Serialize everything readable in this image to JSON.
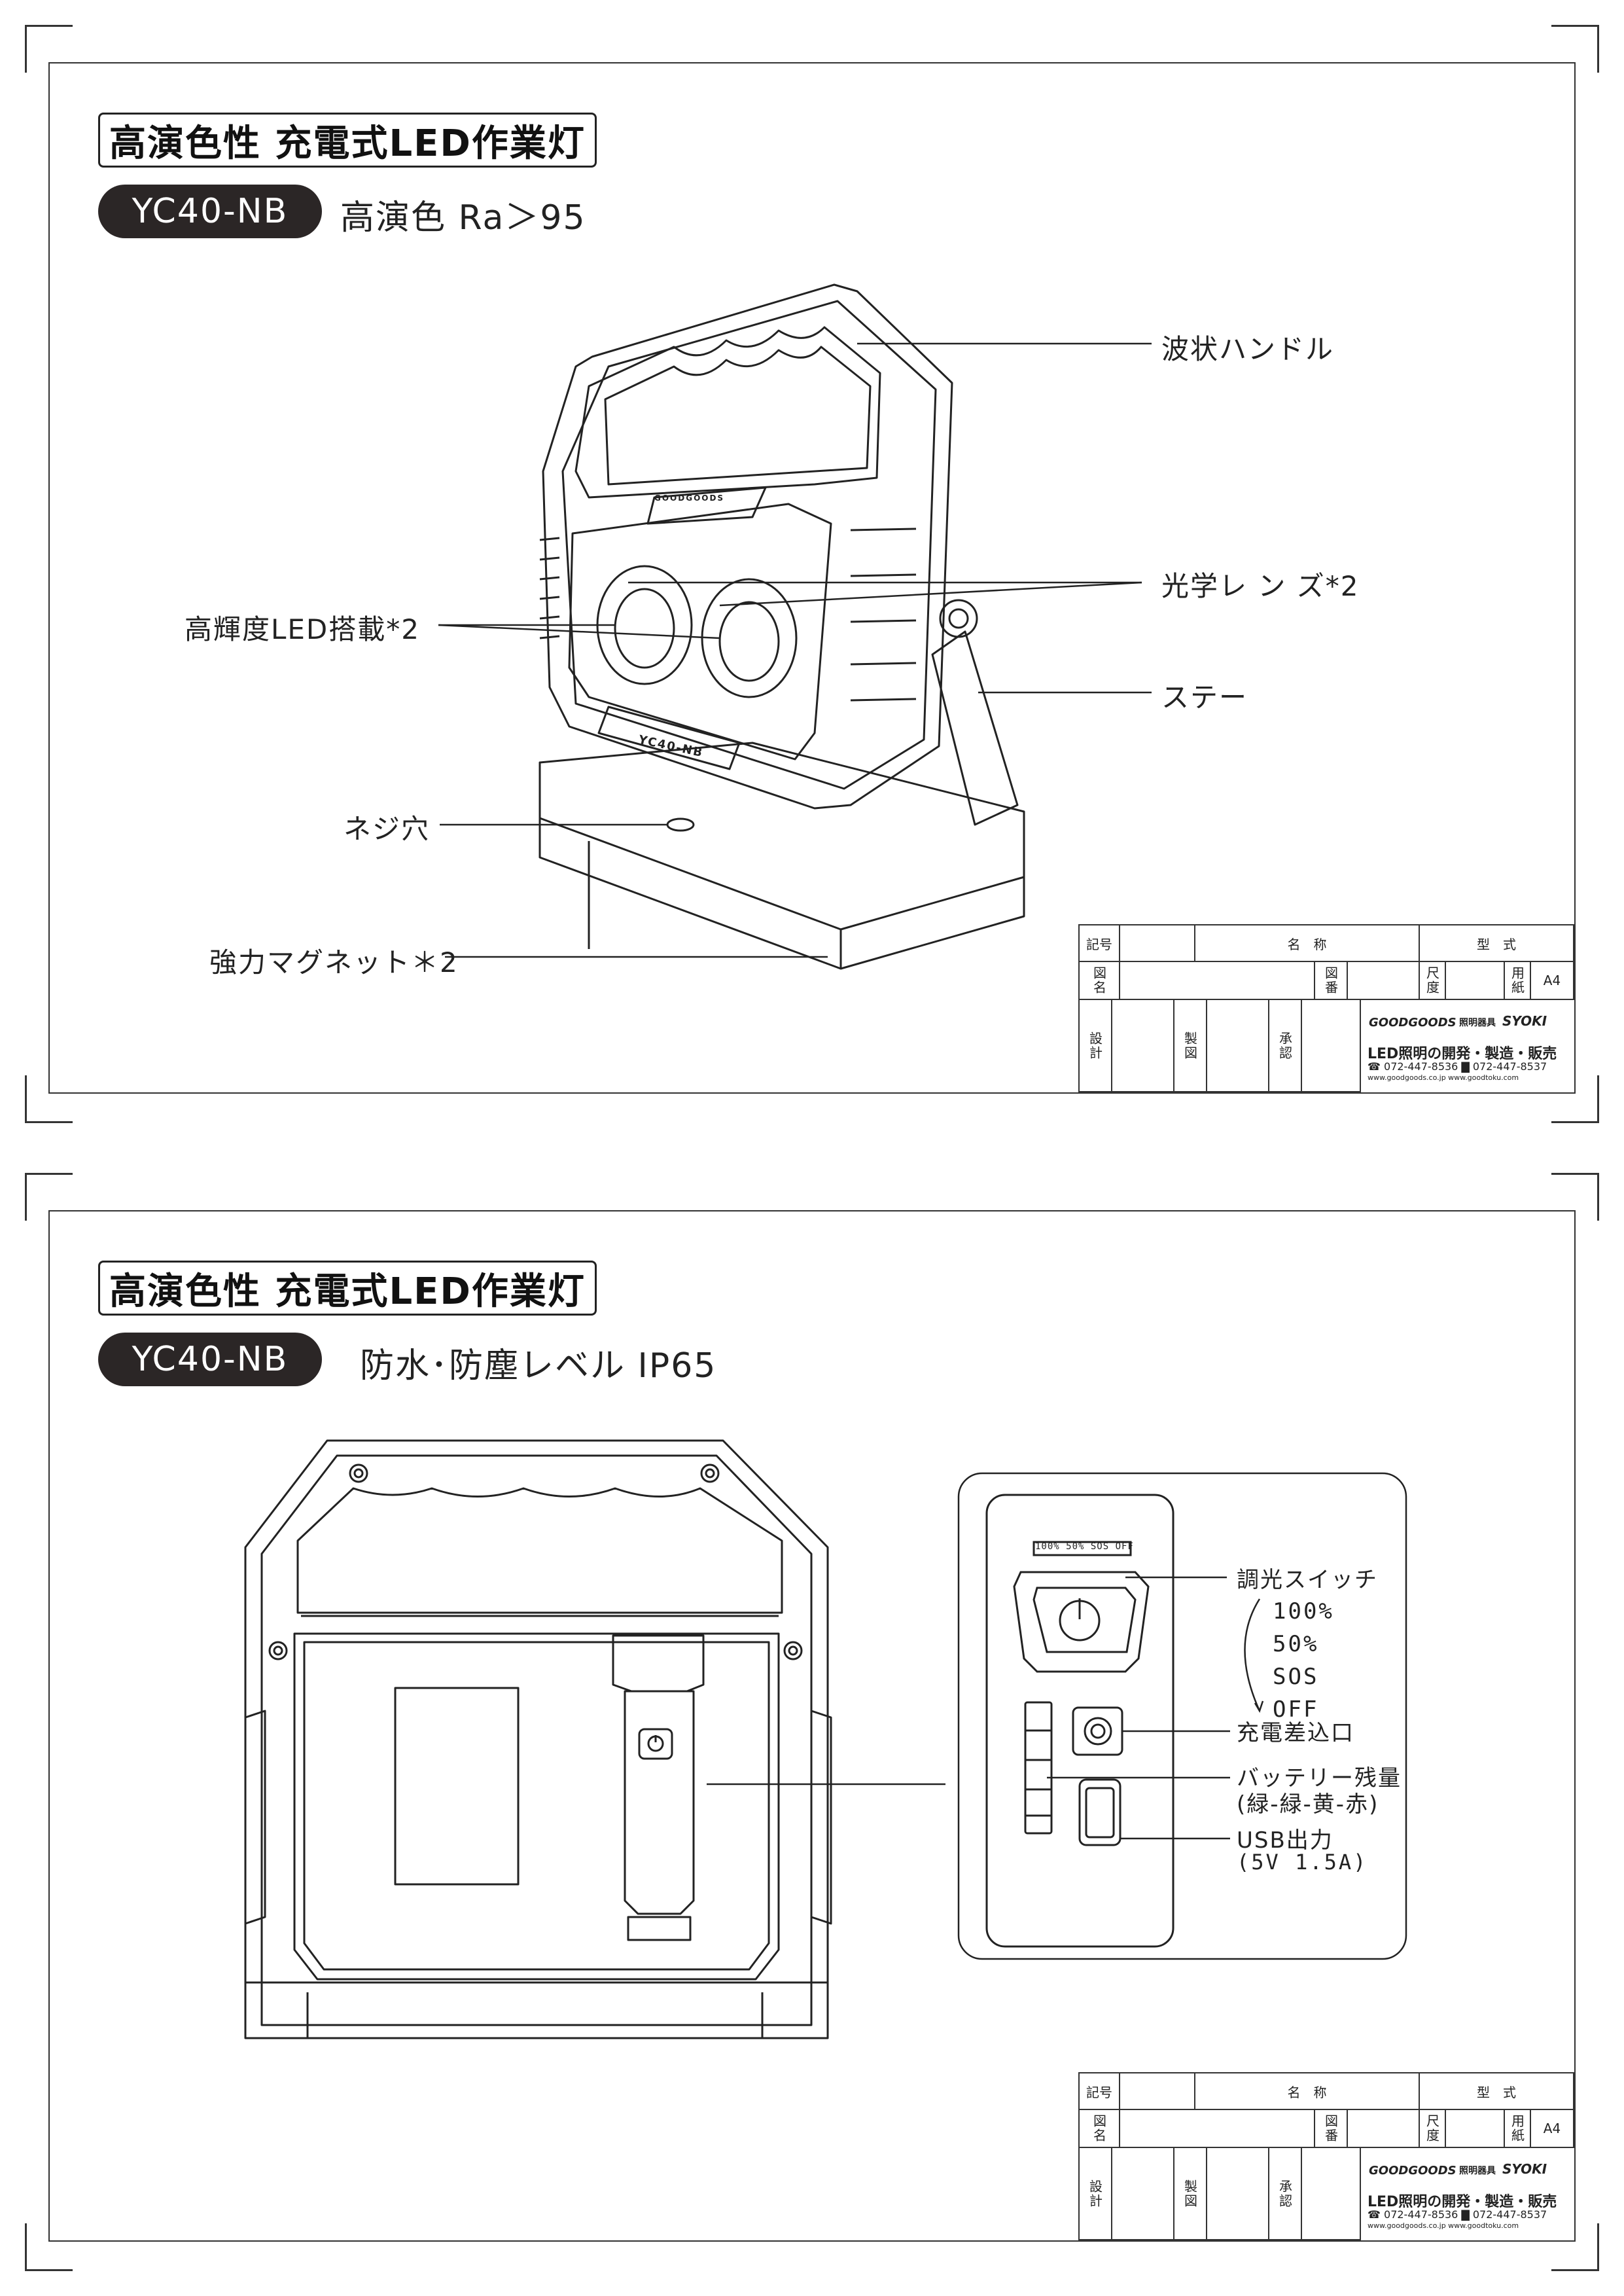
{
  "sheets": [
    {
      "title": "高演色性 充電式LED作業灯",
      "model": "YC40-NB",
      "spec": "高演色 Ra＞95",
      "callouts": {
        "handle": "波状ハンドル",
        "lens": "光学レ ン ズ*2",
        "led": "高輝度LED搭載*2",
        "stay": "ステー",
        "screw": "ネジ穴",
        "magnet": "強力マグネット＊2"
      },
      "device_label": "YC40-NB",
      "device_logo": "GOODGOODS"
    },
    {
      "title": "高演色性 充電式LED作業灯",
      "model": "YC40-NB",
      "spec": "防水･防塵レベル IP65",
      "indicator_strip": "100% 50% SOS OFF",
      "callouts": {
        "switch": "調光スイッチ",
        "mode1": "100%",
        "mode2": "50%",
        "mode3": "SOS",
        "mode4": "OFF",
        "charge": "充電差込口",
        "battery1": "バッテリー残量",
        "battery2": "(緑-緑-黄-赤)",
        "usb1": "USB出力",
        "usb2": "(5V 1.5A)"
      }
    }
  ],
  "title_block": {
    "kigo": "記号",
    "meisho": "名　称",
    "katashiki": "型　式",
    "zumei": "図名",
    "zuban": "図番",
    "shakudo": "尺度",
    "yoshi": "用紙",
    "paper": "A4",
    "sekkei": "設計",
    "seizu": "製図",
    "shonin": "承認",
    "logo1": "GOODGOODS",
    "logo2": "照明器具",
    "logo3": "SYOKI",
    "company_line": "LED照明の開発・製造・販売",
    "phone": "☎ 072-447-8536  ▇ 072-447-8537",
    "web": "www.goodgoods.co.jp        www.goodtoku.com"
  }
}
